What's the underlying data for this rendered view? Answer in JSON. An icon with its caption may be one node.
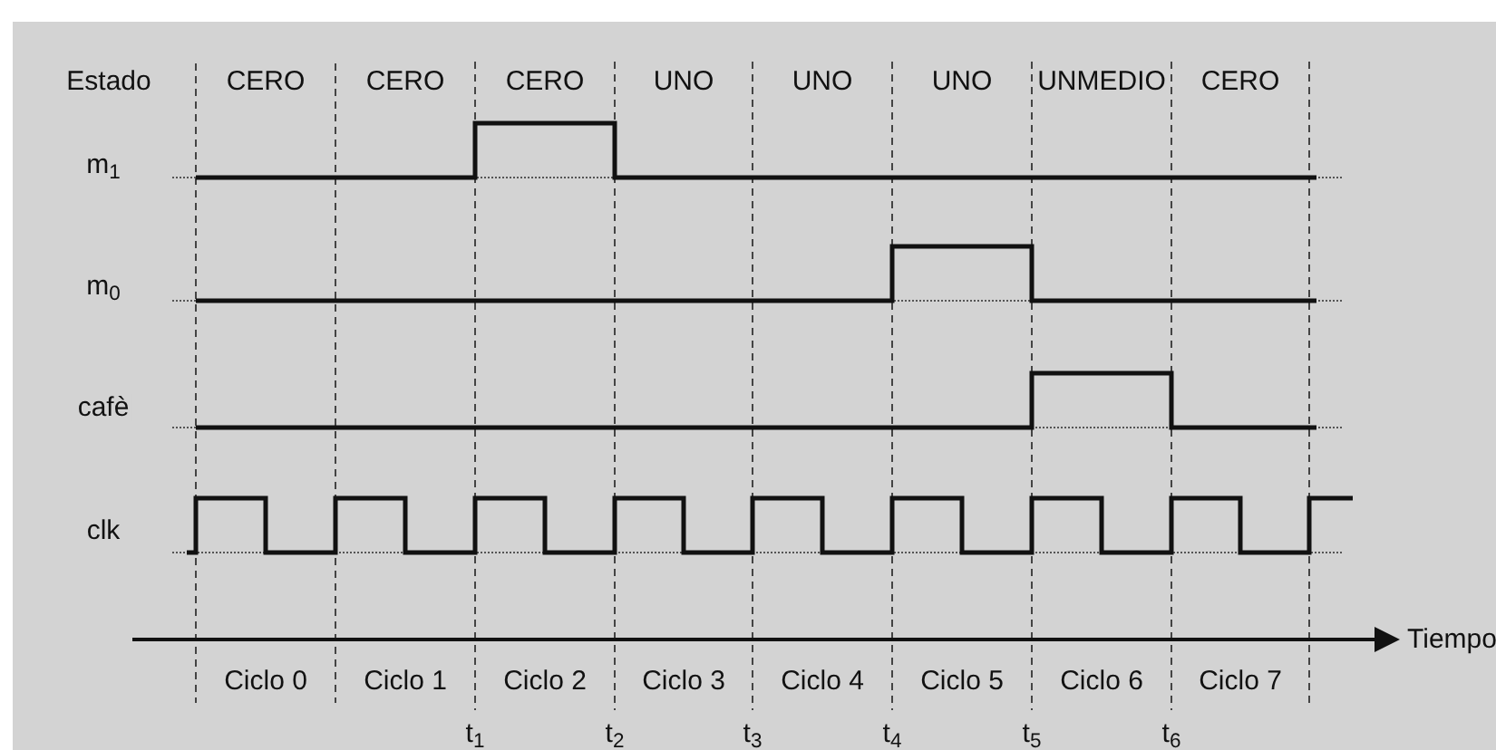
{
  "diagram": {
    "labels": [
      "Estado",
      "CERO",
      "CERO",
      "CERO",
      "UNO",
      "UNO",
      "UNO",
      "UNMEDIO",
      "CERO",
      "m$_{1}$",
      "m$_{0}$",
      "cafè",
      "clk",
      "Tiempo",
      "Ciclo 0",
      "Ciclo 1",
      "Ciclo 2",
      "Ciclo 3",
      "Ciclo 4",
      "Ciclo 5",
      "Ciclo 6",
      "Ciclo 7",
      "t$_{1}$",
      "t$_{2}$",
      "t$_{3}$",
      "t$_{4}$",
      "t$_{5}$",
      "t$_{6}$"
    ]
  }
}
